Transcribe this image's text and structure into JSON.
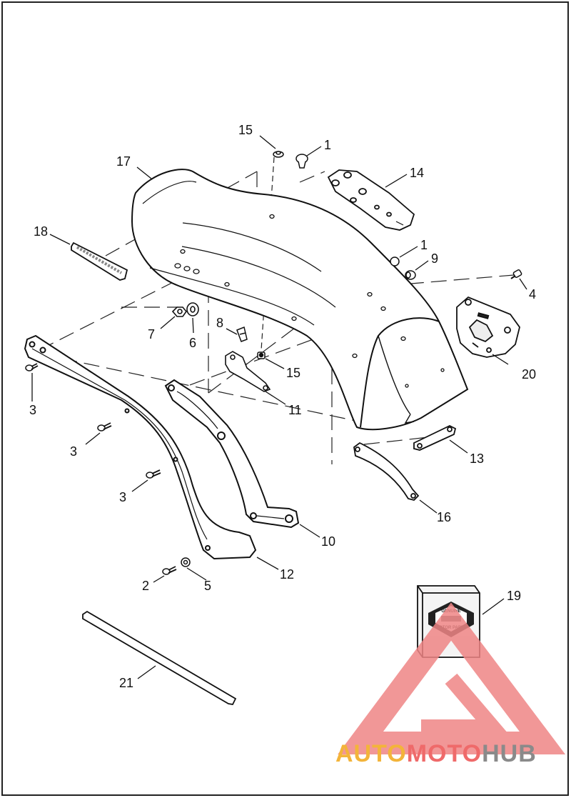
{
  "callouts": {
    "c15a": "15",
    "c1a": "1",
    "c17": "17",
    "c14": "14",
    "c18": "18",
    "c1b": "1",
    "c9": "9",
    "c4": "4",
    "c7": "7",
    "c6": "6",
    "c8": "8",
    "c15b": "15",
    "c20": "20",
    "c3a": "3",
    "c11": "11",
    "c3b": "3",
    "c13": "13",
    "c3c": "3",
    "c16": "16",
    "c10": "10",
    "c2": "2",
    "c5": "5",
    "c12": "12",
    "c19": "19",
    "c21": "21"
  },
  "watermark": {
    "part1": "AUTO",
    "part2": "MOTO",
    "part3": "HUB",
    "color1": "#f3b43a",
    "color2": "#ef6a6a",
    "color3": "#8a8a8a",
    "triangle_color": "#f08a8a"
  },
  "badge": {
    "top": "GENUINE",
    "bottom": "MOTOR PARTS"
  }
}
